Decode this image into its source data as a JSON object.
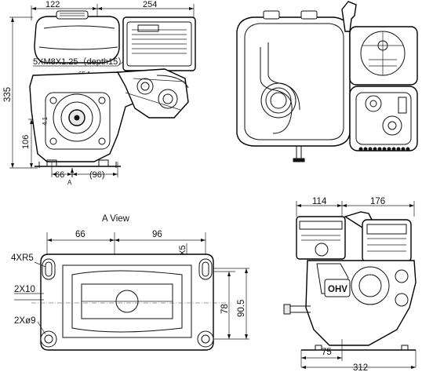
{
  "front_view": {
    "dim_width_left": "122",
    "dim_width_right": "254",
    "dim_height_total": "335",
    "dim_height_shaft": "106",
    "thread_note": "5XM8X1.25（depth15）",
    "dim_small": "65.1",
    "dim_side_label": "4.1",
    "dim_base_left": "66",
    "dim_base_right": "(96)",
    "view_arrow_label": "A"
  },
  "a_view": {
    "title": "A  View",
    "dim_top_left": "66",
    "dim_top_right": "96",
    "dim_corner_radius": "4XR5",
    "dim_slot": "2X5",
    "dim_slot_height": "2X10",
    "dim_hole": "2Xø9",
    "dim_height_a": "78",
    "dim_height_b": "90.5"
  },
  "side_view": {
    "dim_top_left": "114",
    "dim_top_right": "176",
    "dim_bottom_small": "75",
    "dim_bottom_total": "312",
    "brand_badge": "OHV"
  }
}
